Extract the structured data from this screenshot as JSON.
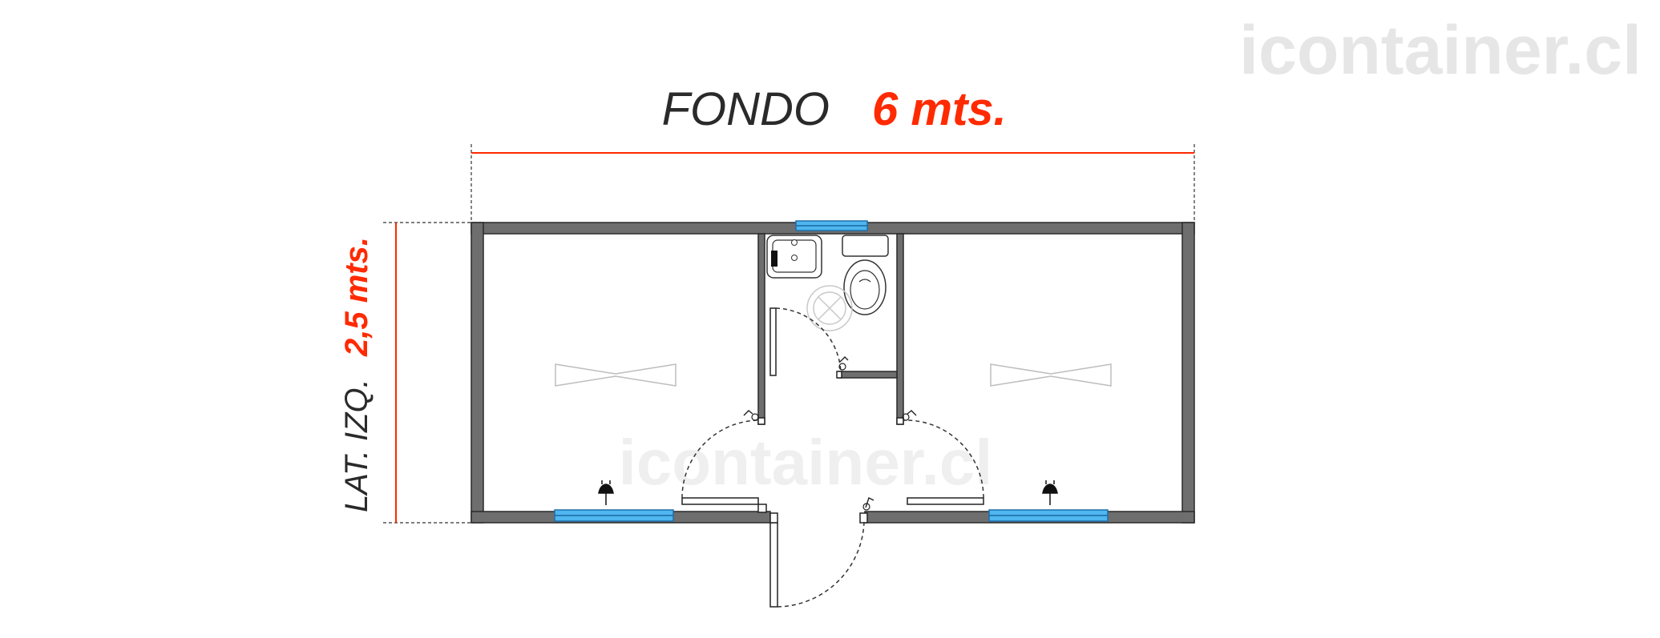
{
  "watermark": {
    "text": "icontainer.cl"
  },
  "dimensions": {
    "width_label": "FONDO",
    "width_value": "6 mts.",
    "height_label": "LAT. IZQ.",
    "height_value": "2,5 mts."
  },
  "colors": {
    "accent": "#ff2a00",
    "wall": "#6e6e6e",
    "wall_edge": "#2c2c2c",
    "window": "#4fb6ef",
    "watermark": "#e6e6e6",
    "text": "#2a2a2a"
  }
}
